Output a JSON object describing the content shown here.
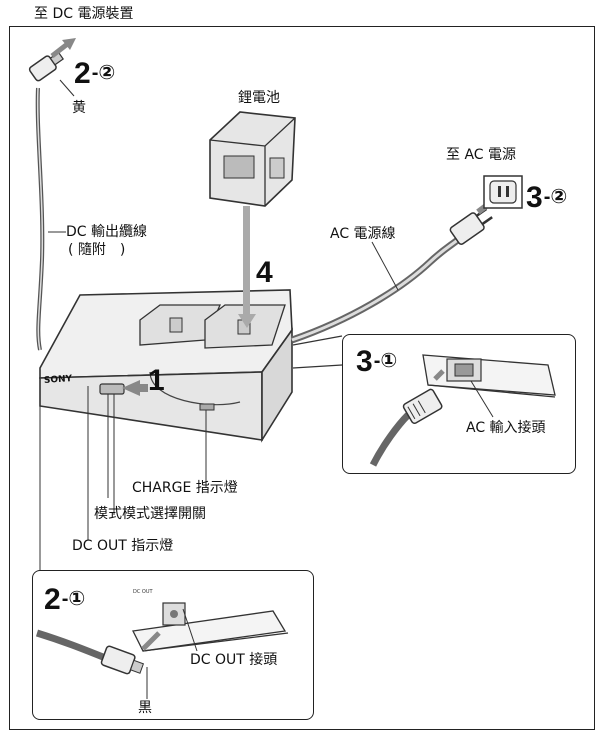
{
  "labels": {
    "to_dc_device": "至 DC 電源裝置",
    "yellow": "黄",
    "battery": "鋰電池",
    "to_ac": "至 AC 電源",
    "dc_cable": "DC 輸出纜線",
    "dc_cable_note": "( 隨附　)",
    "ac_cord": "AC 電源線",
    "ac_input": "AC 輸入接頭",
    "charge_lamp": "CHARGE 指示燈",
    "mode_switch": "模式模式選擇開關",
    "dc_out_lamp": "DC OUT 指示燈",
    "dc_out_jack": "DC OUT 接頭",
    "black": "黒",
    "brand": "SONY"
  },
  "steps": {
    "s2_2": {
      "num": "2",
      "sub": "-②"
    },
    "s3_2": {
      "num": "3",
      "sub": "-②"
    },
    "s4": {
      "num": "4"
    },
    "s3_1": {
      "num": "3",
      "sub": "-①"
    },
    "s1": {
      "num": "1"
    },
    "s2_1": {
      "num": "2",
      "sub": "-①"
    }
  }
}
